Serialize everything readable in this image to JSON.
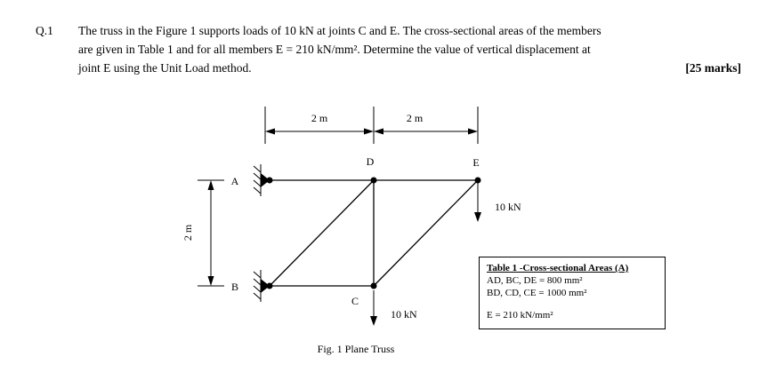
{
  "question": {
    "number": "Q.1",
    "lines": [
      "The truss in the Figure 1 supports loads of 10 kN at joints C and E. The cross-sectional areas of the members",
      "are given in Table 1 and for all members E = 210 kN/mm². Determine the value of vertical displacement at",
      "joint E using the Unit Load method."
    ],
    "marks": "[25 marks]"
  },
  "figure": {
    "caption": "Fig. 1 Plane Truss",
    "dims": {
      "top_left": "2 m",
      "top_right": "2 m",
      "left": "2 m"
    },
    "loads": {
      "at_e": "10 kN",
      "at_c": "10 kN"
    },
    "joints": {
      "a": "A",
      "b": "B",
      "c": "C",
      "d": "D",
      "e": "E"
    }
  },
  "table": {
    "title": "Table 1 -Cross-sectional Areas (A)",
    "rows": [
      "AD, BC, DE = 800 mm²",
      "BD, CD, CE = 1000 mm²"
    ],
    "modulus": "E = 210 kN/mm²"
  }
}
